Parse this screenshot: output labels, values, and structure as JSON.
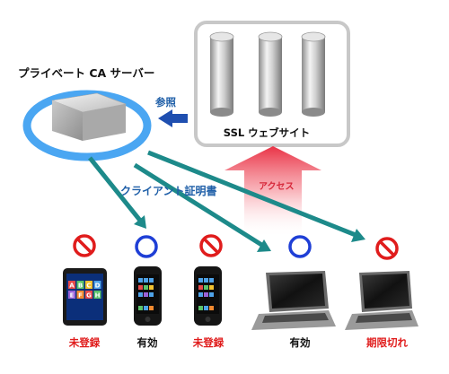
{
  "ca_server": {
    "title": "プライベート CA サーバー"
  },
  "reference": {
    "label": "参照"
  },
  "ssl_site": {
    "label": "SSL ウェブサイト"
  },
  "access": {
    "label": "アクセス"
  },
  "client_cert": {
    "label": "クライアント証明書"
  },
  "devices": [
    {
      "type": "tablet",
      "mark": "ng",
      "status": "未登録",
      "status_color": "#e01c1c"
    },
    {
      "type": "phone",
      "mark": "ok",
      "status": "有効",
      "status_color": "#111111"
    },
    {
      "type": "phone",
      "mark": "ng",
      "status": "未登録",
      "status_color": "#e01c1c"
    },
    {
      "type": "laptop",
      "mark": "ok",
      "status": "有効",
      "status_color": "#111111"
    },
    {
      "type": "laptop",
      "mark": "ng",
      "status": "期限切れ",
      "status_color": "#e01c1c"
    }
  ],
  "tablet_keys": [
    "A",
    "B",
    "C",
    "D",
    "E",
    "F",
    "G",
    "H"
  ],
  "colors": {
    "arrow_teal": "#1d8a8a",
    "ref_arrow": "#1f4fb0",
    "ok_ring": "#1f3fd6",
    "ng_mark": "#e01c1c",
    "ring_blue": "#4aa6f2"
  }
}
